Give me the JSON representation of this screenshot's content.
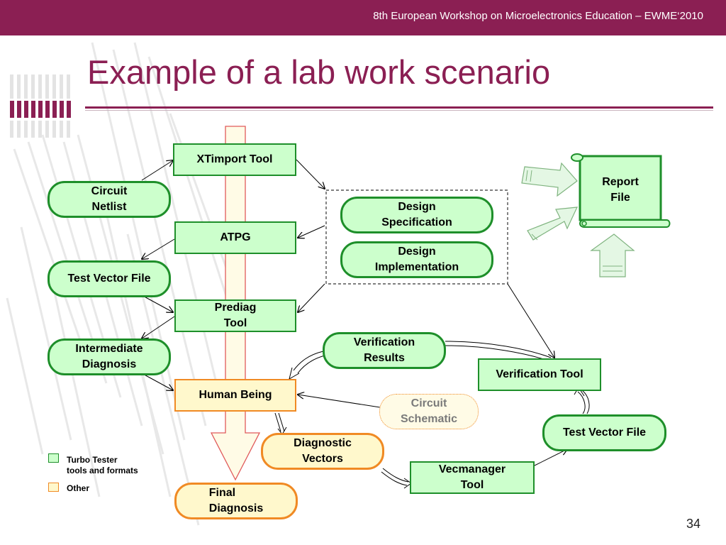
{
  "header": {
    "text": "8th European Workshop on Microelectronics Education – EWME‘2010"
  },
  "title": "Example of a lab work scenario",
  "page_number": "34",
  "diagram": {
    "xtimport_tool": "XTimport Tool",
    "circuit_netlist": "Circuit\nNetlist",
    "atpg": "ATPG",
    "test_vector_file_left": "Test Vector File",
    "prediag_tool": "Prediag\nTool",
    "intermediate_diagnosis": "Intermediate\nDiagnosis",
    "human_being": "Human Being",
    "final_diagnosis": "Final\n     Diagnosis",
    "design_specification": "Design\nSpecification",
    "design_implementation": "Design\nImplementation",
    "report_file": "Report\nFile",
    "verification_results": "Verification\nResults",
    "verification_tool": "Verification Tool",
    "circuit_schematic": "Circuit\nSchematic",
    "test_vector_file_right": "Test Vector File",
    "diagnostic_vectors": "Diagnostic\nVectors",
    "vecmanager_tool": "Vecmanager\nTool"
  },
  "legend": {
    "turbo_tester": "Turbo Tester\ntools and formats",
    "other": "Other"
  },
  "colors": {
    "brand": "#8b1f53",
    "green_border": "#1e8f2a",
    "green_fill": "#ccffcc",
    "orange_border": "#f08a24",
    "orange_fill": "#fff8cc"
  }
}
